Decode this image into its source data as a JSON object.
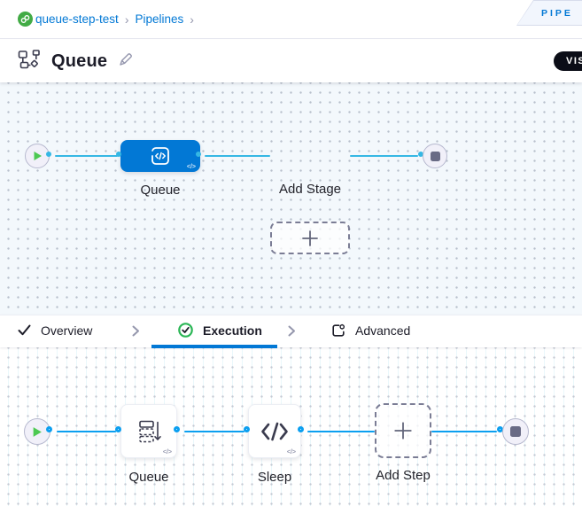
{
  "breadcrumb": {
    "project_label": "queue-step-test",
    "separator1": "›",
    "pipelines_label": "Pipelines",
    "separator2": "›"
  },
  "top_bar": {
    "studio_tab_label": "PIPE",
    "view_toggle_label": "VISU"
  },
  "header": {
    "title": "Queue"
  },
  "stage_canvas": {
    "stage_label": "Queue",
    "add_stage_label": "Add Stage",
    "yaml_badge": "</>"
  },
  "tab_bar": {
    "overview_label": "Overview",
    "execution_label": "Execution",
    "advanced_label": "Advanced"
  },
  "step_canvas": {
    "queue_step_label": "Queue",
    "sleep_step_label": "Sleep",
    "add_step_label": "Add Step",
    "yaml_badge": "</>"
  },
  "colors": {
    "primary_blue": "#0278d5",
    "stage_connector": "#35b7e4",
    "step_connector": "#0b9ff0",
    "success_green": "#42ab45",
    "stage_canvas_bg": "#f3f8fc"
  }
}
